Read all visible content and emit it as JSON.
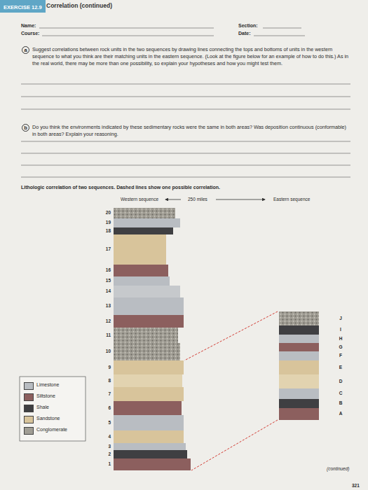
{
  "diagram": {
    "title": "Correlation (continued)",
    "caption": "Lithologic correlation of two sequences. Dashed lines show one possible correlation.",
    "nodes": [
      {
        "text": [
          "EXERCISE 12.9"
        ]
      },
      {
        "text": [
          "a"
        ]
      },
      {
        "text": [
          "b"
        ]
      }
    ],
    "labels": [
      "Name:",
      "Section:",
      "Course:",
      "Date:",
      "Suggest correlations between rock units in the two sequences by drawing lines connecting the tops and bottoms of units in the western sequence to what you think are their matching units in the eastern sequence. (Look at the figure below for an example of how to do this.) As in the real world, there may be more than one possibility, so explain your hypotheses and how you might test them.",
      "Do you think the environments indicated by these sedimentary rocks were the same in both areas? Was deposition continuous (conformable) in both areas? Explain your reasoning.",
      "Western sequence",
      "250 miles",
      "Eastern sequence",
      "20",
      "19",
      "18",
      "17",
      "16",
      "15",
      "14",
      "13",
      "12",
      "11",
      "10",
      "9",
      "8",
      "7",
      "6",
      "5",
      "4",
      "3",
      "2",
      "1",
      "J",
      "I",
      "H",
      "G",
      "F",
      "E",
      "D",
      "C",
      "B",
      "A",
      "(continued)",
      "321"
    ],
    "legend": [
      {
        "text": "Limestone",
        "color": "#b9bdc2"
      },
      {
        "text": "Siltstone",
        "color": "#8c5f5e"
      },
      {
        "text": "Shale",
        "color": "#3f3f42"
      },
      {
        "text": "Sandstone",
        "color": "#d8c49b"
      },
      {
        "text": "Conglomerate",
        "color": "#a09d94"
      }
    ]
  }
}
